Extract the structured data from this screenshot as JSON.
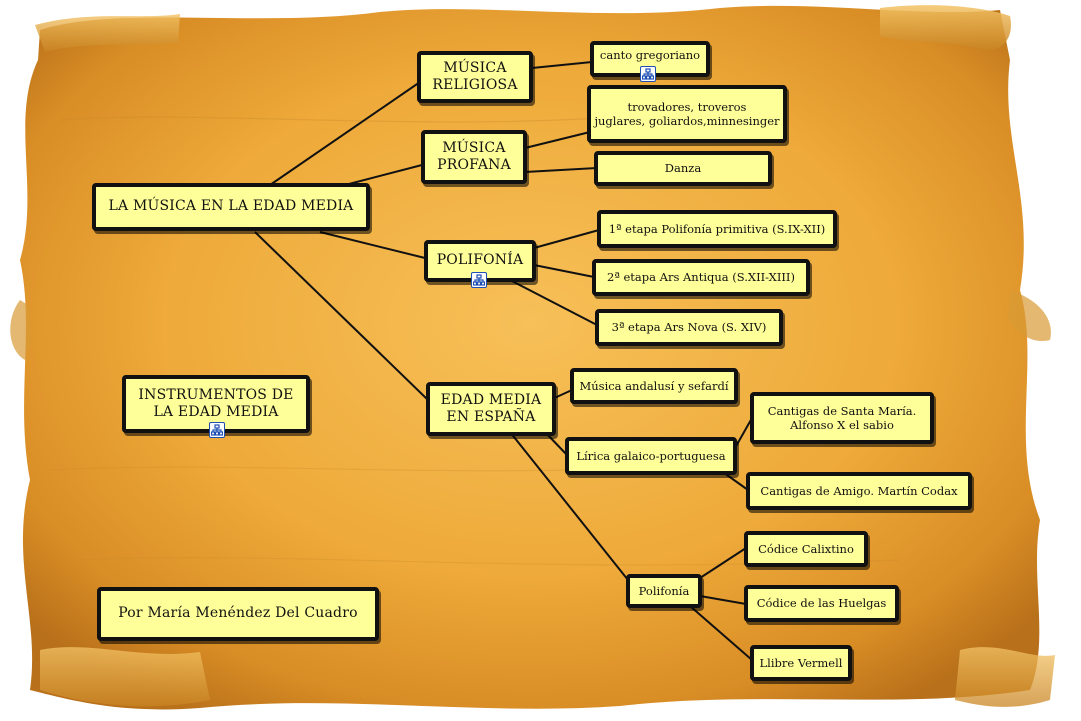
{
  "colors": {
    "node_fill": "#ffff99",
    "node_border": "#111111",
    "parchment": "#f2ad3c",
    "icon_blue": "#1e4fb5"
  },
  "nodes": {
    "root": "LA MÚSICA EN LA EDAD MEDIA",
    "religiosa": "MÚSICA\nRELIGIOSA",
    "gregoriano": "canto gregoriano",
    "profana": "MÚSICA\nPROFANA",
    "trovadores": "trovadores, troveros\njuglares, goliardos,minnesinger",
    "danza": "Danza",
    "polifonia": "POLIFONÍA",
    "etapa1": "1ª etapa Polifonía primitiva (S.IX-XII)",
    "etapa2": "2ª etapa Ars Antiqua (S.XII-XIII)",
    "etapa3": "3ª etapa Ars Nova (S. XIV)",
    "espana": "EDAD MEDIA\nEN ESPAÑA",
    "andalusi": "Música andalusí y sefardí",
    "lirica": "Lírica galaico-portuguesa",
    "cantigas_maria": "Cantigas de Santa María.\nAlfonso X el sabio",
    "cantigas_amigo": "Cantigas de Amigo. Martín Codax",
    "polifonia_es": "Polifonía",
    "calixtino": "Códice Calixtino",
    "huelgas": "Códice de las Huelgas",
    "vermell": "Llibre Vermell",
    "instrumentos": "INSTRUMENTOS DE\nLA EDAD MEDIA",
    "autor": "Por María Menéndez Del Cuadro"
  },
  "icons": [
    "sitemap-icon",
    "sitemap-icon",
    "sitemap-icon"
  ]
}
